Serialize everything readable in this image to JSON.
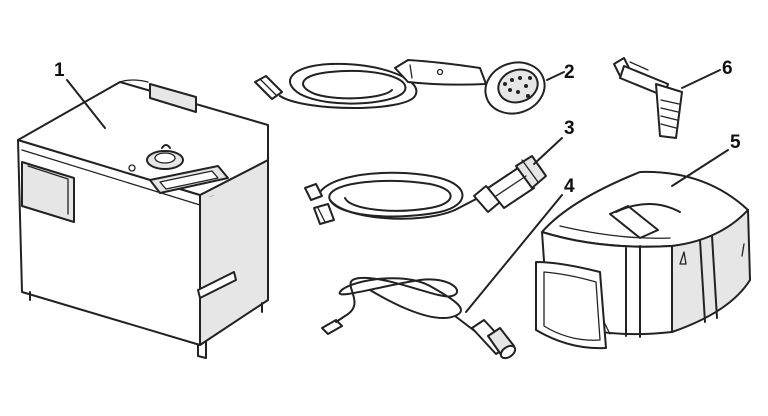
{
  "labels": {
    "item1": "1",
    "item2": "2",
    "item3": "3",
    "item4": "4",
    "item5": "5",
    "item6": "6"
  },
  "colors": {
    "line": "#222222",
    "shade": "#e6e6e6",
    "background": "#ffffff"
  }
}
